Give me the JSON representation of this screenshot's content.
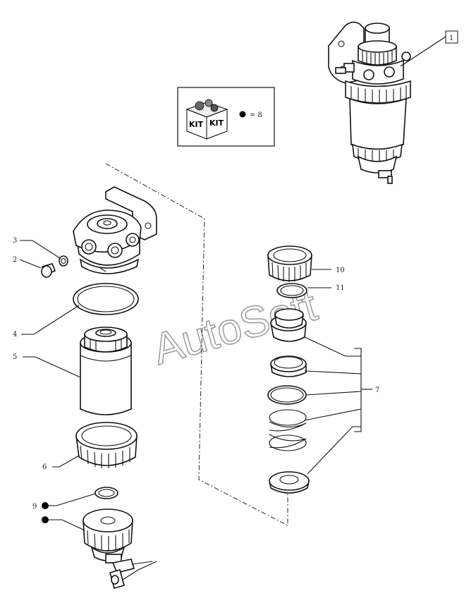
{
  "kit_box": {
    "kit_label_1": "KIT",
    "kit_label_2": "KIT",
    "legend_text": "= 8"
  },
  "assembly_ref": "1",
  "callouts": {
    "c2": "2",
    "c3": "3",
    "c4": "4",
    "c5": "5",
    "c6": "6",
    "c7": "7",
    "c9": "9",
    "c10": "10",
    "c11": "11"
  },
  "watermark": "AutoSoft"
}
